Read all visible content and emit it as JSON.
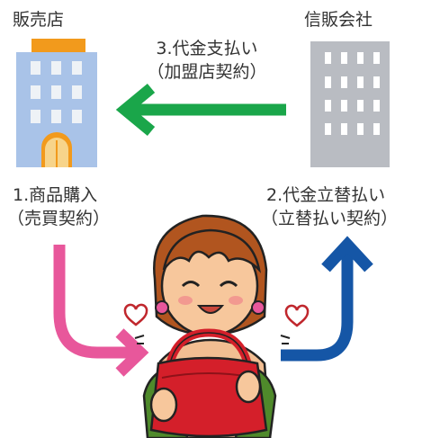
{
  "seller": {
    "label": "販売店"
  },
  "credit_company": {
    "label": "信販会社"
  },
  "steps": {
    "purchase": {
      "line1": "1.商品購入",
      "line2": "（売買契約）"
    },
    "advance_payment": {
      "line1": "2.代金立替払い",
      "line2": "（立替払い契約）"
    },
    "payment_to_seller": {
      "line1": "3.代金支払い",
      "line2": "（加盟店契約）"
    }
  },
  "colors": {
    "green_arrow": "#1aa64a",
    "pink_arrow": "#e8579b",
    "blue_arrow": "#1556a6",
    "seller_building": "#a9c3e8",
    "seller_roof": "#f29a1c",
    "credit_building": "#b9bcc2",
    "bag": "#d41f2a"
  },
  "icons": {
    "seller": "office-building-icon",
    "credit_company": "office-building-icon",
    "customer": "woman-with-handbag-icon",
    "hearts": "heart-icon"
  }
}
